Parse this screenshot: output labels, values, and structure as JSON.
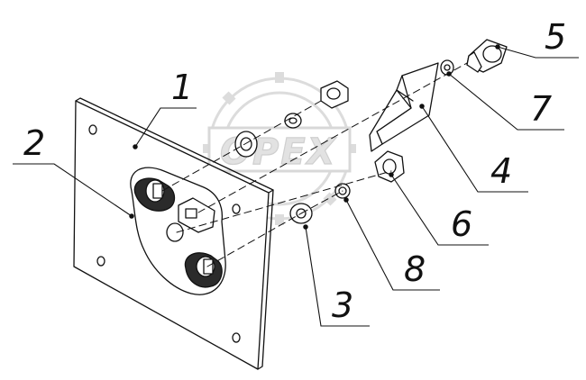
{
  "watermark": {
    "text": "OPEX",
    "color": "#d9d9d9"
  },
  "diagram": {
    "stroke_color": "#111111",
    "callouts": [
      {
        "id": "1",
        "label": "1"
      },
      {
        "id": "2",
        "label": "2"
      },
      {
        "id": "3",
        "label": "3"
      },
      {
        "id": "4",
        "label": "4"
      },
      {
        "id": "5",
        "label": "5"
      },
      {
        "id": "6",
        "label": "6"
      },
      {
        "id": "7",
        "label": "7"
      },
      {
        "id": "8",
        "label": "8"
      }
    ]
  }
}
